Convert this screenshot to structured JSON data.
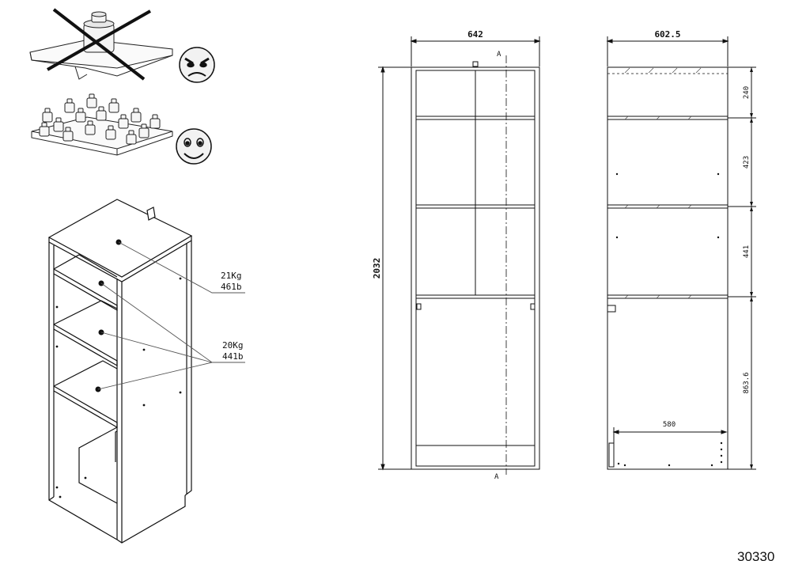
{
  "warning": {
    "bad_icon": "angry-face-icon",
    "good_icon": "happy-face-icon"
  },
  "load_labels": {
    "top_kg": "21Kg",
    "top_lb": "461b",
    "shelf_kg": "20Kg",
    "shelf_lb": "441b"
  },
  "front_view": {
    "width": "642",
    "height": "2032",
    "section_top": "A",
    "section_bottom": "A"
  },
  "side_view": {
    "width": "602.5",
    "sections": [
      "240",
      "423",
      "441",
      "863.6"
    ],
    "inner_width": "580"
  },
  "product_code": "30330"
}
